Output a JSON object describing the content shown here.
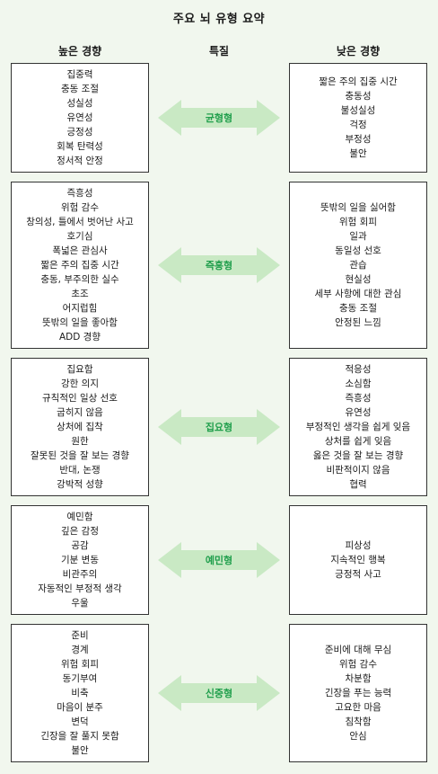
{
  "title": "주요 뇌 유형 요약",
  "headers": {
    "left": "높은 경향",
    "middle": "특질",
    "right": "낮은 경향"
  },
  "colors": {
    "arrow_fill": "#c9e9c4",
    "label_text": "#1f9e4b",
    "background": "#f1f7ee"
  },
  "rows": [
    {
      "type": "균형형",
      "high": [
        "집중력",
        "충동 조절",
        "성실성",
        "유연성",
        "긍정성",
        "회복 탄력성",
        "정서적 안정"
      ],
      "low": [
        "짧은 주의 집중 시간",
        "충동성",
        "불성실성",
        "걱정",
        "부정성",
        "불안"
      ]
    },
    {
      "type": "즉흥형",
      "high": [
        "즉흥성",
        "위험 감수",
        "창의성, 틀에서 벗어난 사고",
        "호기심",
        "폭넓은 관심사",
        "짧은 주의 집중 시간",
        "충동, 부주의한 실수",
        "초조",
        "어지럽힘",
        "뜻밖의 일을 좋아함",
        "ADD 경향"
      ],
      "low": [
        "뜻밖의 일을 싫어함",
        "위험 회피",
        "일과",
        "동일성 선호",
        "관습",
        "현실성",
        "세부 사항에 대한 관심",
        "충동 조절",
        "안정된 느낌"
      ]
    },
    {
      "type": "집요형",
      "high": [
        "집요함",
        "강한 의지",
        "규칙적인 일상 선호",
        "굽히지 않음",
        "상처에 집착",
        "원한",
        "잘못된 것을 잘 보는 경향",
        "반대, 논쟁",
        "강박적 성향"
      ],
      "low": [
        "적응성",
        "소심함",
        "즉흥성",
        "유연성",
        "부정적인 생각을 쉽게 잊음",
        "상처를 쉽게 잊음",
        "옳은 것을 잘 보는 경향",
        "비판적이지 않음",
        "협력"
      ]
    },
    {
      "type": "예민형",
      "high": [
        "예민함",
        "깊은 감정",
        "공감",
        "기분 변동",
        "비관주의",
        "자동적인 부정적 생각",
        "우울"
      ],
      "low": [
        "피상성",
        "지속적인 행복",
        "긍정적 사고"
      ]
    },
    {
      "type": "신중형",
      "high": [
        "준비",
        "경계",
        "위험 회피",
        "동기부여",
        "비축",
        "마음이 분주",
        "변덕",
        "긴장을 잘 풀지 못함",
        "불안"
      ],
      "low": [
        "준비에 대해 무심",
        "위험 감수",
        "차분함",
        "긴장을 푸는 능력",
        "고요한 마음",
        "침착함",
        "안심"
      ]
    }
  ]
}
